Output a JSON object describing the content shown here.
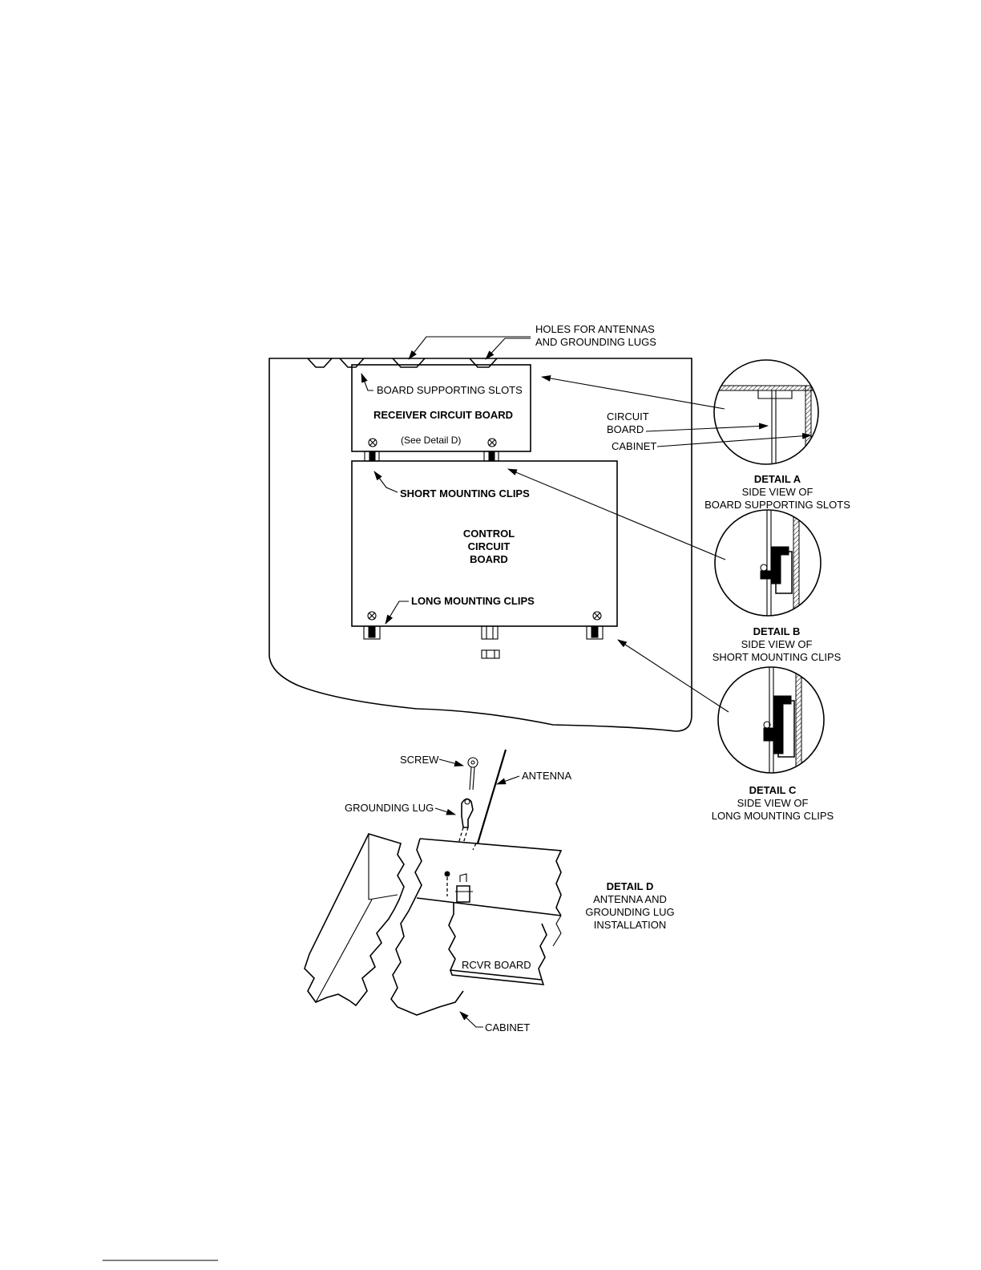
{
  "labels": {
    "holes_line1": "HOLES FOR ANTENNAS",
    "holes_line2": "AND GROUNDING LUGS",
    "board_supporting_slots": "BOARD SUPPORTING SLOTS",
    "receiver_circuit_board": "RECEIVER CIRCUIT BOARD",
    "see_detail_d": "(See Detail D)",
    "short_mounting_clips": "SHORT MOUNTING CLIPS",
    "control_line1": "CONTROL",
    "control_line2": "CIRCUIT",
    "control_line3": "BOARD",
    "long_mounting_clips": "LONG MOUNTING CLIPS",
    "circuit_line1": "CIRCUIT",
    "circuit_line2": "BOARD",
    "cabinet_top": "CABINET",
    "screw": "SCREW",
    "antenna": "ANTENNA",
    "grounding_lug": "GROUNDING LUG",
    "rcvr_board": "RCVR BOARD",
    "cabinet_bottom": "CABINET"
  },
  "details": {
    "a": {
      "title": "DETAIL A",
      "line1": "SIDE VIEW OF",
      "line2": "BOARD SUPPORTING SLOTS"
    },
    "b": {
      "title": "DETAIL B",
      "line1": "SIDE VIEW OF",
      "line2": "SHORT MOUNTING CLIPS"
    },
    "c": {
      "title": "DETAIL C",
      "line1": "SIDE VIEW OF",
      "line2": "LONG MOUNTING CLIPS"
    },
    "d": {
      "title": "DETAIL D",
      "line1": "ANTENNA AND",
      "line2": "GROUNDING LUG",
      "line3": "INSTALLATION"
    }
  }
}
